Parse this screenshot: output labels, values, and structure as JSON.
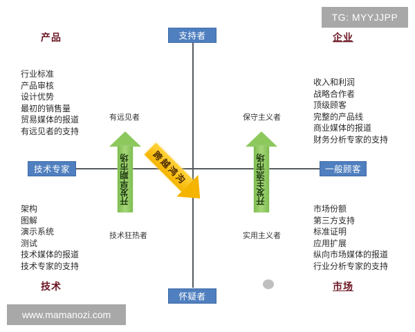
{
  "axes": {
    "top": "支持者",
    "bottom": "怀疑者",
    "left": "技术专家",
    "right": "一般顾客"
  },
  "quadrants": {
    "product": {
      "title": "产品",
      "items": [
        "行业标准",
        "产品审核",
        "设计优势",
        "最初的销售量",
        "贸易媒体的报道",
        "有远见者的支持"
      ],
      "adopter": "有远见者"
    },
    "enterprise": {
      "title": "企业",
      "items": [
        "收入和利润",
        "战略合作者",
        "顶级顾客",
        "完整的产品线",
        "商业媒体的报道",
        "财务分析专家的支持"
      ],
      "adopter": "保守主义者"
    },
    "tech": {
      "title": "技术",
      "items": [
        "架构",
        "图解",
        "演示系统",
        "测试",
        "技术媒体的报道",
        "技术专家的支持"
      ],
      "adopter": "技术狂热者"
    },
    "market": {
      "title": "市场",
      "items": [
        "市场份额",
        "第三方支持",
        "标准证明",
        "应用扩展",
        "纵向市场媒体的报道",
        "行业分析专家的支持"
      ],
      "adopter": "实用主义者"
    }
  },
  "arrows": {
    "early_market": "开发早期市场",
    "mainstream_market": "开发主流市场",
    "chasm": "跨越鸿沟"
  },
  "colors": {
    "axis_box": "#4f7fbf",
    "quadrant_title": "#6b1522",
    "green_arrow": "#8cc85c",
    "chasm_arrow": "#f5b400",
    "axis_line": "#555a5e"
  },
  "watermarks": {
    "tg": "TG: MYYJJPP",
    "site": "www.mamanozi.com"
  }
}
